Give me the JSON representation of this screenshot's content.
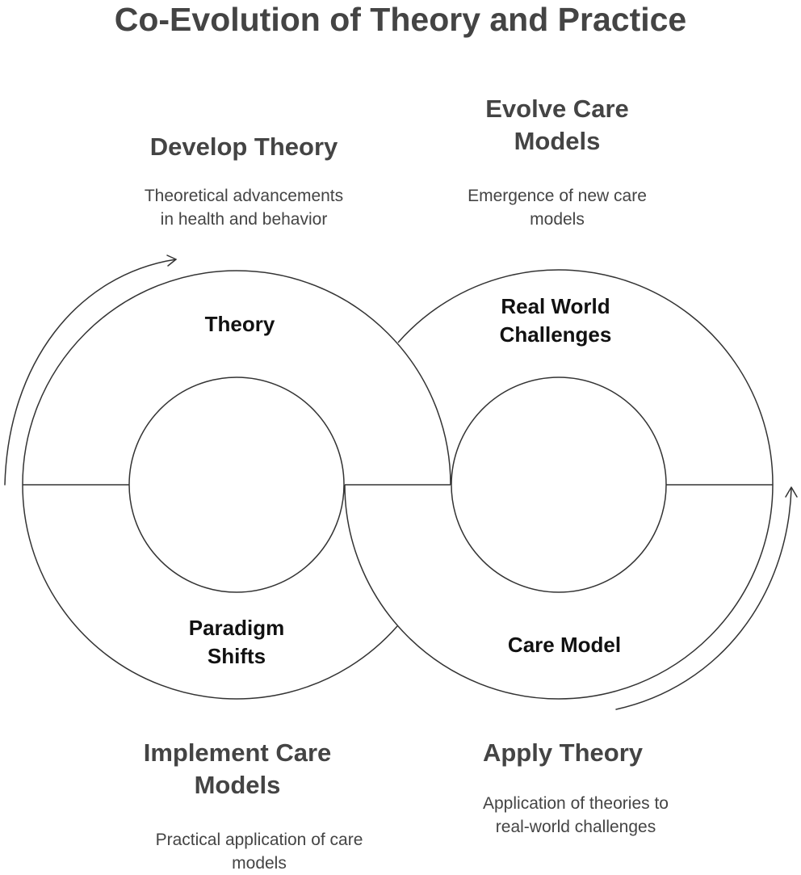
{
  "title": "Co-Evolution of Theory and Practice",
  "stages": {
    "develop_theory": {
      "heading": "Develop Theory",
      "description": "Theoretical advancements\nin health and behavior"
    },
    "evolve_care_models": {
      "heading": "Evolve Care\nModels",
      "description": "Emergence of new care\nmodels"
    },
    "implement_care_models": {
      "heading": "Implement Care\nModels",
      "description": "Practical application of care\nmodels"
    },
    "apply_theory": {
      "heading": "Apply Theory",
      "description": "Application of theories to\nreal-world challenges"
    }
  },
  "segments": {
    "theory": "Theory",
    "real_world_challenges": "Real World\nChallenges",
    "paradigm_shifts": "Paradigm\nShifts",
    "care_model": "Care Model"
  },
  "colors": {
    "stroke": "#333333",
    "heading_text": "#444444",
    "label_text": "#111111",
    "background": "#ffffff"
  }
}
